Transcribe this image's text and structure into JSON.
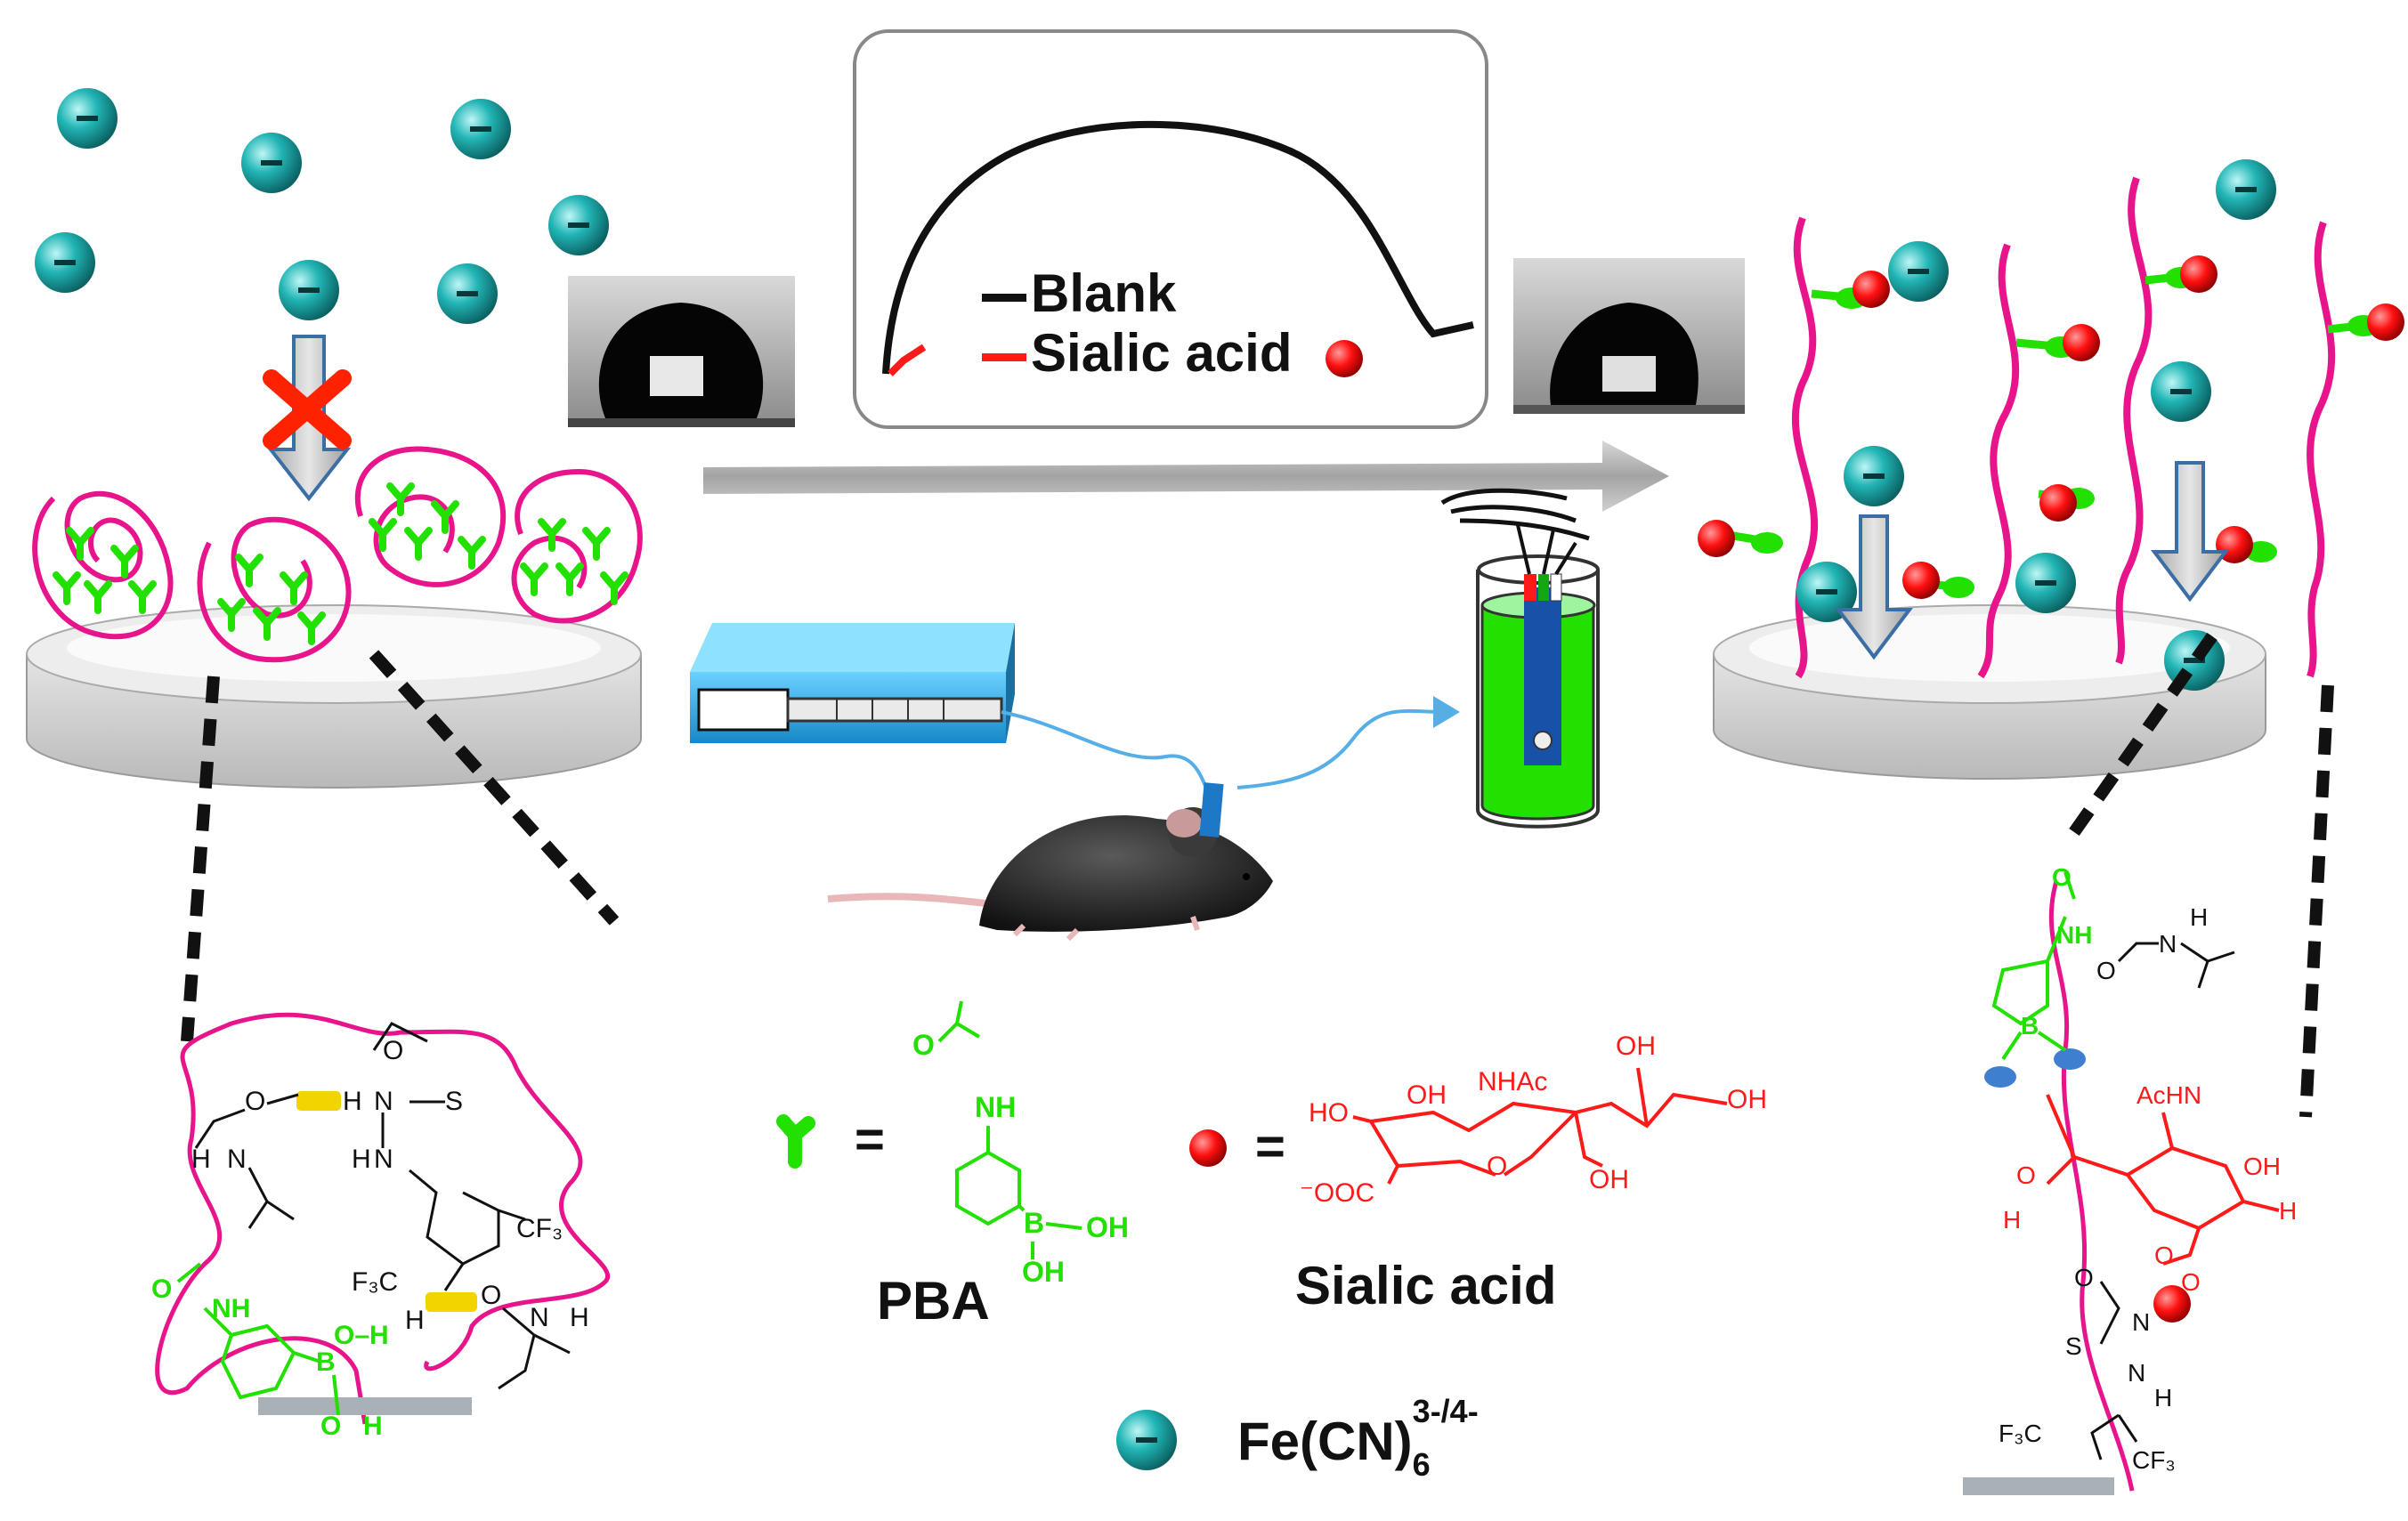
{
  "colors": {
    "anion": "#1fb3b3",
    "polymer": "#e8148c",
    "pba": "#22e000",
    "sialic": "#ff1a1a",
    "disk": "#c7c7c7",
    "arrow": "#b0b0b0",
    "water": "#20e020",
    "pump": "#30b0e8",
    "hbond": "#f2d400"
  },
  "icons": {
    "anion": "teal-sphere-minus-icon",
    "blocked": "red-cross-icon",
    "pba": "green-y-shape-icon",
    "sialic": "red-sphere-icon",
    "droplet": "water-droplet-icon",
    "pump": "syringe-pump-icon",
    "mouse": "mouse-icon",
    "cell": "electrochemical-cell-icon"
  },
  "inset": {
    "legend_blank": "Blank",
    "legend_sialic": "Sialic acid"
  },
  "legend": {
    "pba_label": "PBA",
    "sialic_label": "Sialic acid",
    "equals": "=",
    "anion_label": "Fe(CN)",
    "anion_sub": "6",
    "anion_sup": "3-/4-"
  },
  "pba_structure": {
    "nh": "NH",
    "o": "O",
    "b": "B",
    "oh1": "OH",
    "oh2": "OH"
  },
  "sialic_structure": {
    "ho": "HO",
    "oh_top": "OH",
    "nhac": "NHAc",
    "oh_r1": "OH",
    "oh_r2": "OH",
    "oh_bot": "OH",
    "coo": "⁻OOC",
    "o_ring": "O"
  },
  "left_structure": {
    "o1": "O",
    "o2": "O",
    "h1": "H",
    "n1": "N",
    "s1": "S",
    "n2": "N",
    "h2": "H",
    "h3": "H",
    "n3": "N",
    "cf3": "CF₃",
    "f3c": "F₃C",
    "o3": "O",
    "nh": "NH",
    "b": "B",
    "oh": "O–H",
    "h4": "H",
    "o4": "O",
    "n4": "N",
    "h5": "H",
    "oh2": "O",
    "h6": "H"
  },
  "right_structure": {
    "o1": "O",
    "nh": "NH",
    "o2": "O",
    "n1": "N",
    "h1": "H",
    "b": "B",
    "acHN": "AcHN",
    "oh": "OH",
    "o3": "O",
    "h2": "H",
    "o4": "O",
    "o5": "O",
    "h3": "H",
    "o6": "O",
    "n2": "N",
    "s": "S",
    "n3": "N",
    "h4": "H",
    "f3c": "F₃C",
    "cf3": "CF₃"
  }
}
